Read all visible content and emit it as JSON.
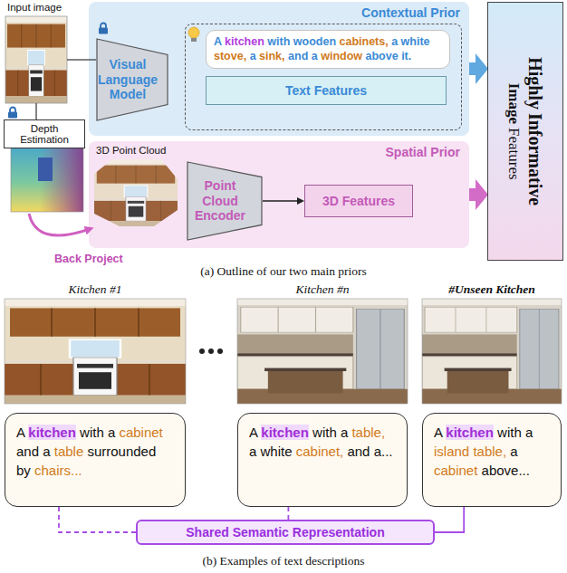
{
  "diagram": {
    "nodes": [
      {
        "text": [
          "Contextual Prior"
        ]
      },
      {
        "text": [
          "Visual Language Model"
        ],
        "in": 0
      },
      {
        "text": [
          "A kitchen with wooden cabinets, a white stove, a sink, and a window above it."
        ],
        "in": 0
      },
      {
        "text": [
          "Text Features"
        ],
        "in": 2
      },
      {
        "text": [
          "Spatial Prior"
        ]
      },
      {
        "text": [
          "Point Cloud Encoder"
        ],
        "in": 4
      },
      {
        "text": [
          "3D Features"
        ],
        "in": 4
      },
      {
        "text": [
          "Depth Estimation"
        ]
      },
      {
        "text": [
          "Highly Informative Image Features"
        ]
      },
      {
        "text": [
          "A kitchen with a cabinet and a table surrounded by chairs..."
        ]
      },
      {
        "text": [
          "A kitchen with a table, a white cabinet, and a..."
        ]
      },
      {
        "text": [
          "A kitchen with a island table, a cabinet above..."
        ]
      },
      {
        "text": [
          "Shared Semantic Representation"
        ]
      }
    ],
    "edges": [
      {
        "from": 0,
        "to": 8,
        "arrow": "to"
      },
      {
        "from": 4,
        "to": 8,
        "arrow": "to"
      },
      {
        "from": 5,
        "to": 6,
        "arrow": "to"
      },
      {
        "from": 9,
        "to": 12,
        "arrow": "none"
      },
      {
        "from": 10,
        "to": 12,
        "arrow": "none"
      },
      {
        "from": 11,
        "to": 12,
        "arrow": "none"
      }
    ],
    "labels": [
      "Input image",
      "3D Point Cloud",
      "Back Project",
      "(a) Outline of our two main priors",
      "Kitchen #1",
      "Kitchen #n",
      "#Unseen Kitchen",
      "(b) Examples of text descriptions"
    ]
  }
}
